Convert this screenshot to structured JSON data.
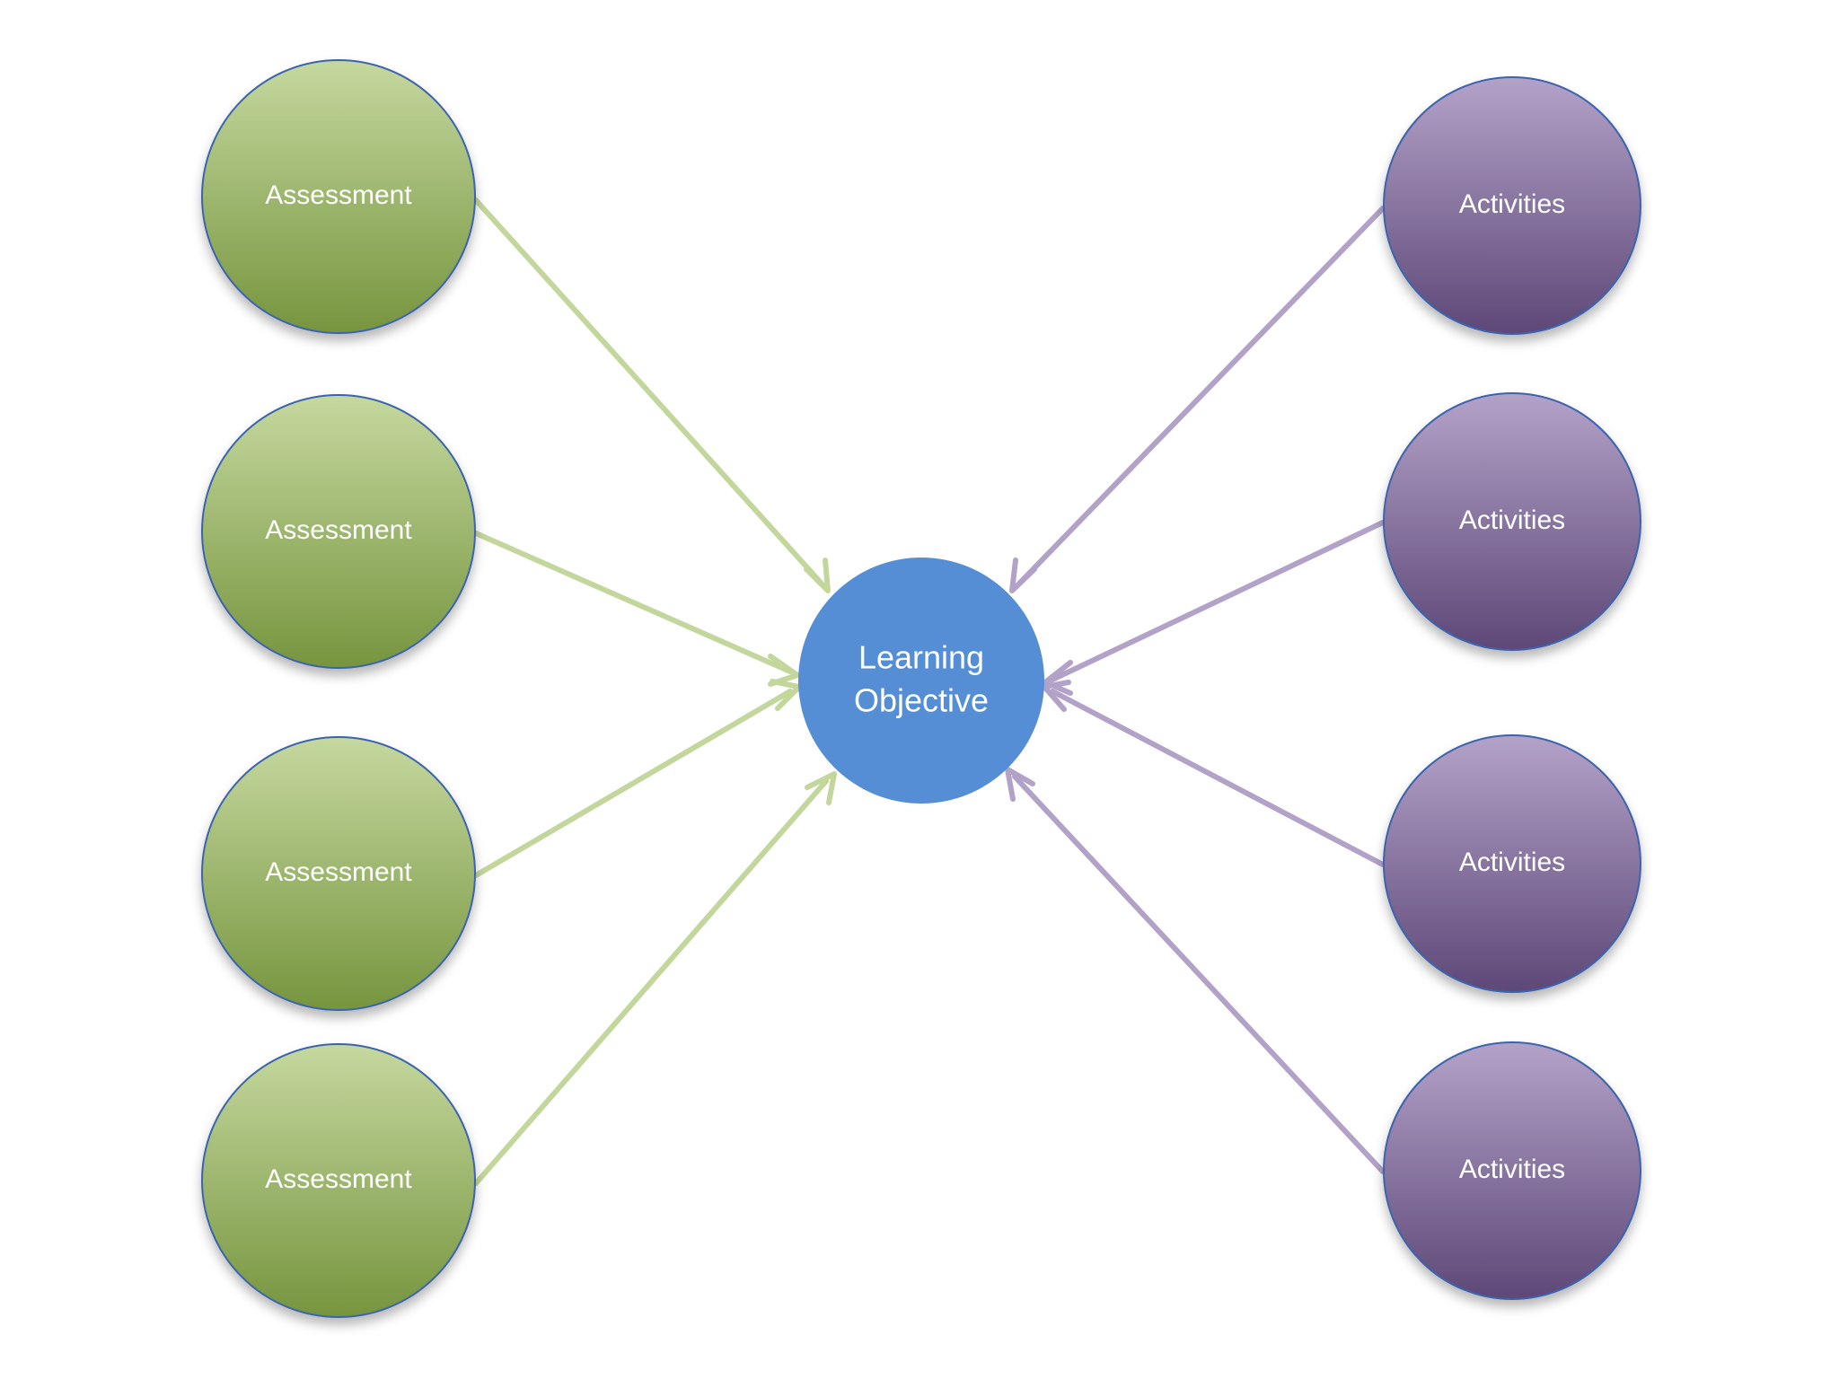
{
  "diagram": {
    "center": {
      "label_line1": "Learning",
      "label_line2": "Objective",
      "color": "#558ED5"
    },
    "assessments": [
      {
        "label": "Assessment"
      },
      {
        "label": "Assessment"
      },
      {
        "label": "Assessment"
      },
      {
        "label": "Assessment"
      }
    ],
    "activities": [
      {
        "label": "Activities"
      },
      {
        "label": "Activities"
      },
      {
        "label": "Activities"
      },
      {
        "label": "Activities"
      }
    ],
    "colors": {
      "assessment_top": "#C5D89F",
      "assessment_bottom": "#76953E",
      "assessment_arrow": "#C3D69B",
      "activity_top": "#B3A2C8",
      "activity_bottom": "#5E4878",
      "activity_arrow": "#B3A2C7",
      "node_border": "#3A64AE"
    }
  }
}
